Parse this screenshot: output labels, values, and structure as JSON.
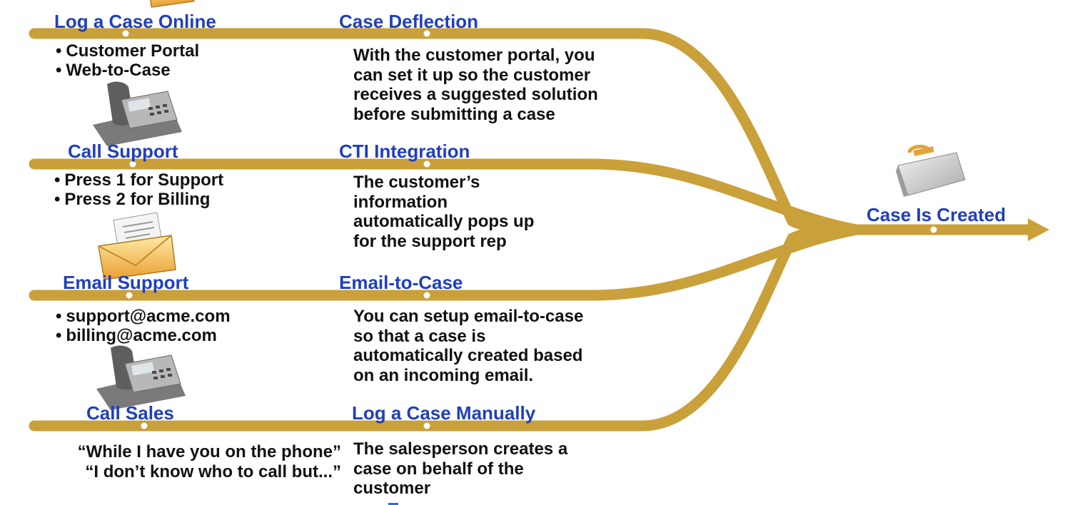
{
  "colors": {
    "path": "#c9a03a",
    "label": "#1f3fbf",
    "text": "#111111"
  },
  "channels": [
    {
      "label": "Log a Case Online",
      "items": [
        "Customer Portal",
        "Web-to-Case"
      ],
      "icon": "envelope-icon"
    },
    {
      "label": "Call Support",
      "items": [
        "Press 1 for Support",
        "Press 2 for Billing"
      ],
      "icon": "desk-phone-icon"
    },
    {
      "label": "Email Support",
      "items": [
        "support@acme.com",
        "billing@acme.com"
      ],
      "icon": "envelope-icon"
    },
    {
      "label": "Call Sales",
      "quote_lines": [
        "“While I have you on the phone”",
        "“I don’t know who to call but...”"
      ],
      "icon": "desk-phone-icon"
    }
  ],
  "features": [
    {
      "label": "Case Deflection",
      "description": "With the customer portal, you\ncan set it up so the customer\nreceives a suggested solution\nbefore submitting a case"
    },
    {
      "label": "CTI Integration",
      "description": "The customer’s\ninformation\nautomatically pops up\nfor the support rep"
    },
    {
      "label": "Email-to-Case",
      "description": "You can setup email-to-case\nso that a case is\nautomatically created based\non an incoming email."
    },
    {
      "label": "Log a Case Manually",
      "description": "The salesperson creates a\ncase on behalf of the\ncustomer"
    }
  ],
  "result": {
    "label": "Case Is Created",
    "icon": "toolbox-icon"
  }
}
